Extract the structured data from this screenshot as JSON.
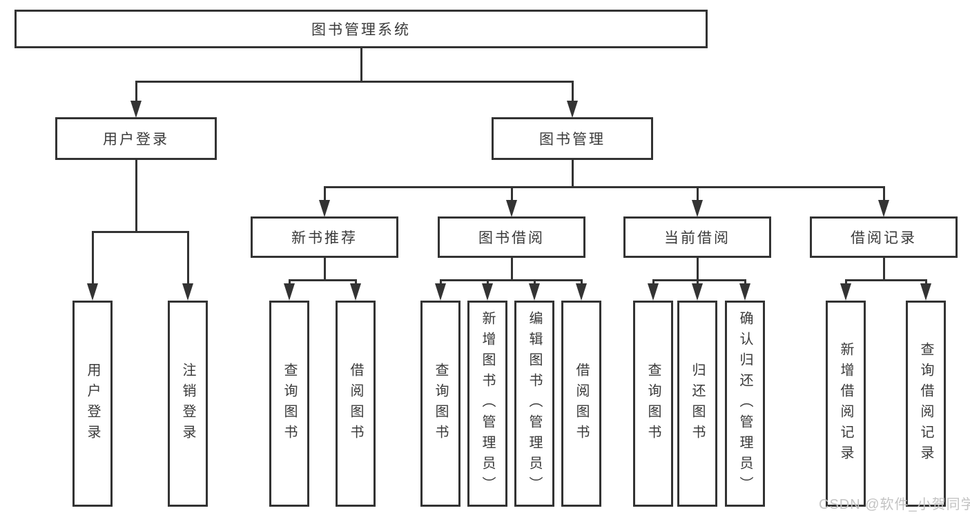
{
  "tree": {
    "root": {
      "label": "图书管理系统"
    },
    "branches": [
      {
        "label": "用户登录",
        "children": [
          {
            "label": "用户登录"
          },
          {
            "label": "注销登录"
          }
        ]
      },
      {
        "label": "图书管理",
        "children": [
          {
            "label": "新书推荐",
            "children": [
              {
                "label": "查询图书"
              },
              {
                "label": "借阅图书"
              }
            ]
          },
          {
            "label": "图书借阅",
            "children": [
              {
                "label": "查询图书"
              },
              {
                "label": "新增图书（管理员）"
              },
              {
                "label": "编辑图书（管理员）"
              },
              {
                "label": "借阅图书"
              }
            ]
          },
          {
            "label": "当前借阅",
            "children": [
              {
                "label": "查询图书"
              },
              {
                "label": "归还图书"
              },
              {
                "label": "确认归还（管理员）"
              }
            ]
          },
          {
            "label": "借阅记录",
            "children": [
              {
                "label": "新增借阅记录"
              },
              {
                "label": "查询借阅记录"
              }
            ]
          }
        ]
      }
    ]
  },
  "watermark": "CSDN @软件_小贺同学",
  "colors": {
    "line": "#333333",
    "text": "#3a3a3a",
    "background": "#ffffff",
    "watermark": "#c3c3c3"
  }
}
